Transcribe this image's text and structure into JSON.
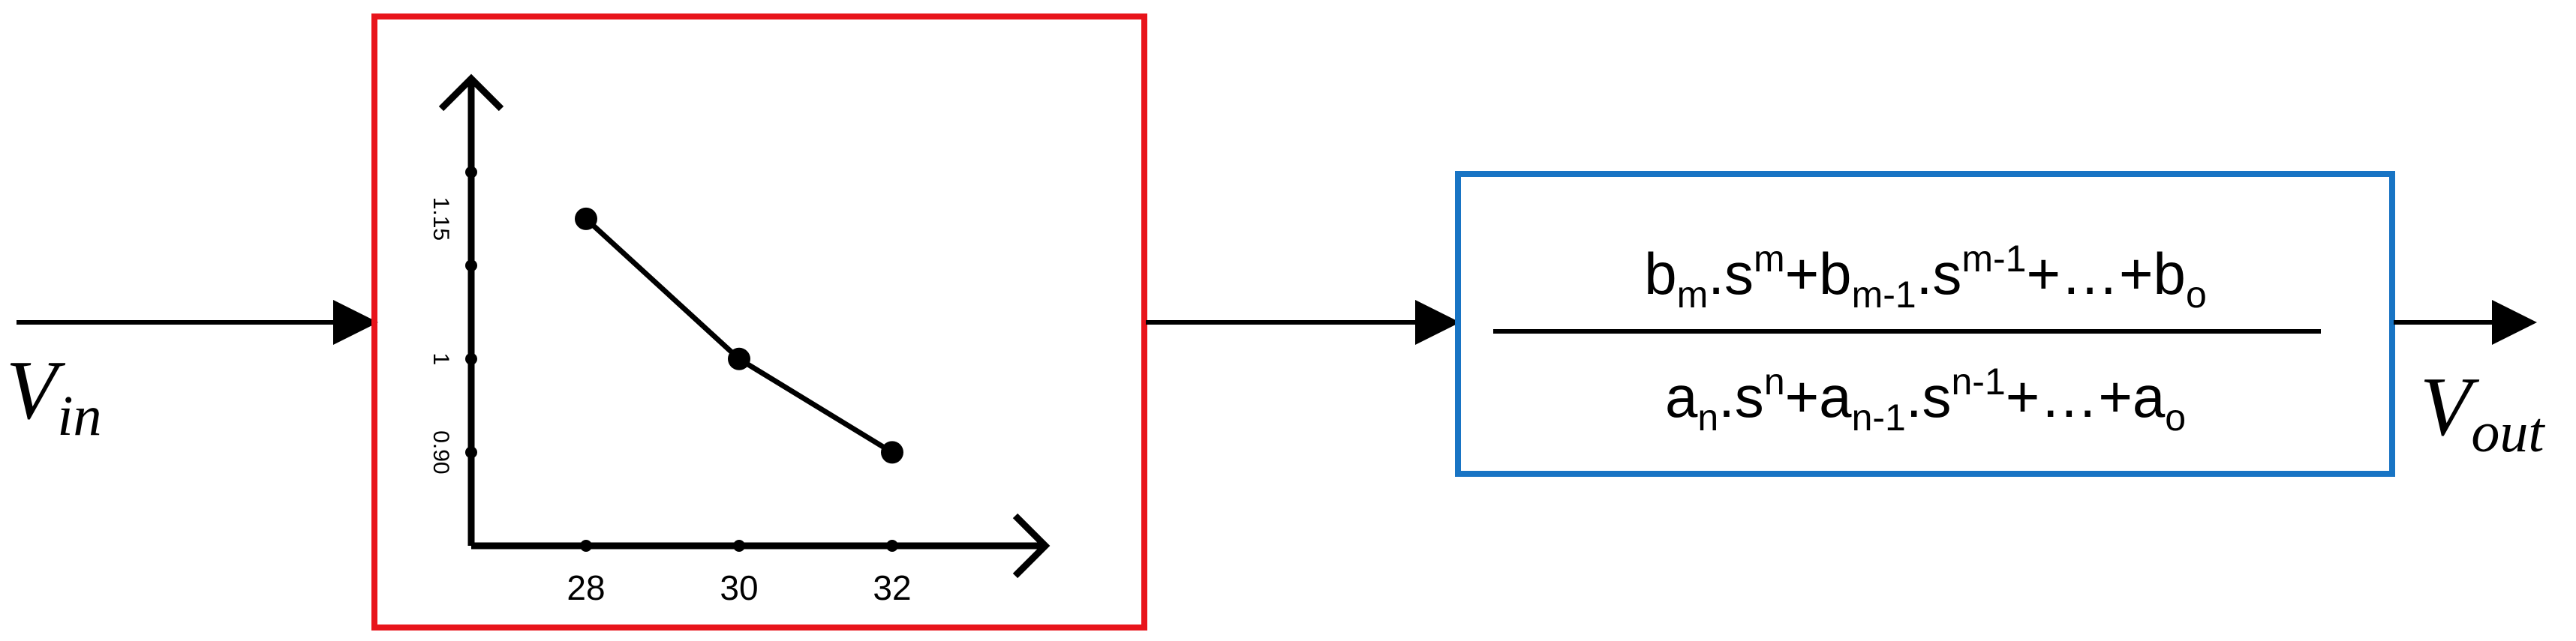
{
  "labels": {
    "input": {
      "main": "V",
      "sub": "in"
    },
    "output": {
      "main": "V",
      "sub": "out"
    }
  },
  "colors": {
    "nonlinear_block_border": "#e8141b",
    "transfer_block_border": "#1874c4",
    "line": "#000000"
  },
  "chart_data": {
    "type": "line",
    "title": "",
    "xlabel": "",
    "ylabel": "",
    "x_ticks": [
      "28",
      "30",
      "32"
    ],
    "y_ticks": [
      "0.90",
      "1",
      "1.15"
    ],
    "x": [
      28,
      30,
      32
    ],
    "series": [
      {
        "values": [
          1.15,
          1.0,
          0.9
        ]
      }
    ],
    "xlim": [
      26.5,
      34.0
    ],
    "ylim": [
      0.8,
      1.3
    ]
  },
  "transfer_function": {
    "numerator": [
      {
        "t": "b"
      },
      {
        "t": "m",
        "v": "sub"
      },
      {
        "t": ".s"
      },
      {
        "t": "m",
        "v": "sup"
      },
      {
        "t": "+b"
      },
      {
        "t": "m-1",
        "v": "sub"
      },
      {
        "t": ".s"
      },
      {
        "t": "m-1",
        "v": "sup"
      },
      {
        "t": "+…+b"
      },
      {
        "t": "o",
        "v": "sub"
      }
    ],
    "denominator": [
      {
        "t": "a"
      },
      {
        "t": "n",
        "v": "sub"
      },
      {
        "t": ".s"
      },
      {
        "t": "n",
        "v": "sup"
      },
      {
        "t": "+a"
      },
      {
        "t": "n-1",
        "v": "sub"
      },
      {
        "t": ".s"
      },
      {
        "t": "n-1",
        "v": "sup"
      },
      {
        "t": "+…+a"
      },
      {
        "t": "o",
        "v": "sub"
      }
    ]
  }
}
